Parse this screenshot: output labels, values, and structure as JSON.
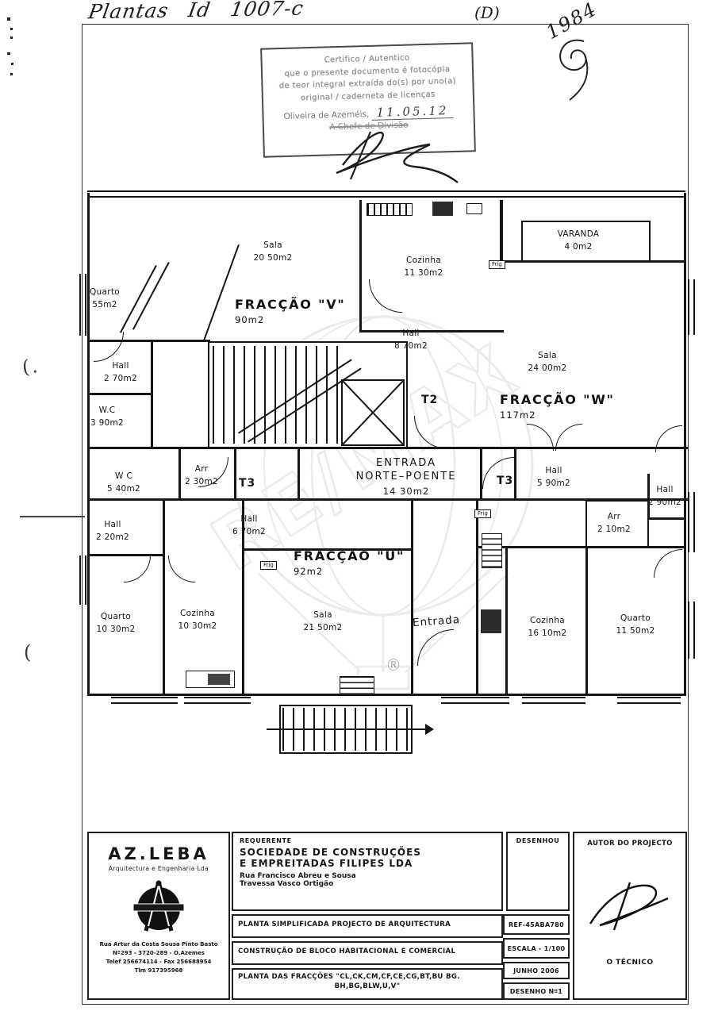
{
  "handwriting": {
    "title": "Plantas  Id 1007-c",
    "d_mark": "(D)",
    "year": "1984"
  },
  "stamp": {
    "line1": "Certifico / Autentico",
    "line2": "que o presente documento é fotocópia",
    "line3": "de teor integral extraída do(s) por uno(a)",
    "line4": "original / caderneta de licenças",
    "place": "Oliveira de Azeméis,",
    "date": "11.05.12",
    "struck": "A Chefe de Divisão"
  },
  "plan": {
    "entrance": {
      "line1": "ENTRADA",
      "line2": "NORTE–POENTE",
      "area": "14 30m2"
    },
    "entrada_script": "Entrada",
    "registered_mark": "®",
    "fractions": [
      {
        "id": "v",
        "label": "FRACÇÃO \"V\"",
        "area": "90m2"
      },
      {
        "id": "w",
        "label": "FRACÇÃO \"W\"",
        "area": "117m2"
      },
      {
        "id": "u",
        "label": "FRACÇÃO \"U\"",
        "area": "92m2"
      }
    ],
    "typology": [
      {
        "id": "t2",
        "label": "T2"
      },
      {
        "id": "t3-left",
        "label": "T3"
      },
      {
        "id": "t3-right",
        "label": "T3"
      }
    ],
    "frig_labels": [
      {
        "id": "top",
        "label": "Frig"
      },
      {
        "id": "left",
        "label": "Frig"
      },
      {
        "id": "right",
        "label": "Frig"
      }
    ],
    "rooms": [
      {
        "id": "quarto-v",
        "name": "Quarto",
        "area": "55m2"
      },
      {
        "id": "sala-v",
        "name": "Sala",
        "area": "20 50m2"
      },
      {
        "id": "cozinha-v",
        "name": "Cozinha",
        "area": "11 30m2"
      },
      {
        "id": "varanda",
        "name": "VARANDA",
        "area": "4 0m2"
      },
      {
        "id": "hall-v",
        "name": "Hall",
        "area": "8 70m2"
      },
      {
        "id": "sala-w",
        "name": "Sala",
        "area": "24 00m2"
      },
      {
        "id": "hall-left-1",
        "name": "Hall",
        "area": "2 70m2"
      },
      {
        "id": "wc-1",
        "name": "W.C",
        "area": "3 90m2"
      },
      {
        "id": "wc-2",
        "name": "W C",
        "area": "5 40m2"
      },
      {
        "id": "arr-1",
        "name": "Arr",
        "area": "2 30m2"
      },
      {
        "id": "hall-w",
        "name": "Hall",
        "area": "5 90m2"
      },
      {
        "id": "hall-right",
        "name": "Hall",
        "area": "2 90m2"
      },
      {
        "id": "hall-left-2",
        "name": "Hall",
        "area": "2 20m2"
      },
      {
        "id": "hall-u",
        "name": "Hall",
        "area": "6 70m2"
      },
      {
        "id": "arr-2",
        "name": "Arr",
        "area": "2 10m2"
      },
      {
        "id": "quarto-bl",
        "name": "Quarto",
        "area": "10 30m2"
      },
      {
        "id": "cozinha-bl",
        "name": "Cozinha",
        "area": "10 30m2"
      },
      {
        "id": "sala-u",
        "name": "Sala",
        "area": "21 50m2"
      },
      {
        "id": "cozinha-br",
        "name": "Cozinha",
        "area": "16 10m2"
      },
      {
        "id": "quarto-br",
        "name": "Quarto",
        "area": "11 50m2"
      }
    ]
  },
  "titleblock": {
    "company": {
      "name": "AZ.LEBA",
      "subtitle": "Arquitectura e Engenharia Lda",
      "addr1": "Rua Artur da Costa Sousa Pinto Basto",
      "addr2": "Nº293  -  3720-289  -  O.Azemes",
      "addr3": "Telef  256674114  -  Fax 256688954",
      "addr4": "Tlm 917395968"
    },
    "requerente": {
      "label": "REQUERENTE",
      "line1": "SOCIEDADE  DE  CONSTRUÇÕES",
      "line2": "E  EMPREITADAS  FILIPES  LDA",
      "line3": "Rua Francisco Abreu e Sousa",
      "line4": "Travessa Vasco Ortigão"
    },
    "rows": {
      "row1": "PLANTA SIMPLIFICADA PROJECTO DE ARQUITECTURA",
      "row2": "CONSTRUÇÃO DE BLOCO HABITACIONAL E COMERCIAL",
      "row3a": "PLANTA DAS FRACÇÕES  \"CL,CK,CM,CF,CE,CG,BT,BU BG.",
      "row3b": "BH,BG,BLW,U,V\""
    },
    "side": {
      "desenhou": "DESENHOU",
      "ref": "REF-45ABA780",
      "escala": "ESCALA - 1/100",
      "data": "JUNHO 2006",
      "desenho": "DESENHO Nº1"
    },
    "right": {
      "autor": "AUTOR DO PROJECTO",
      "tecnico": "O TÉCNICO"
    }
  }
}
